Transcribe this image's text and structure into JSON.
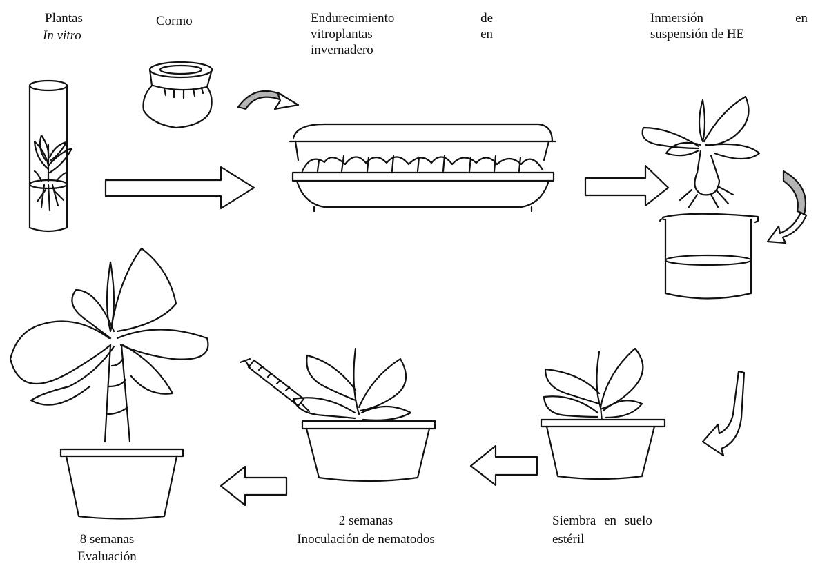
{
  "labels": {
    "plantas": "Plantas",
    "in_vitro": "In vitro",
    "cormo": "Cormo",
    "endurecimiento_l1a": "Endurecimiento",
    "endurecimiento_l1b": "de",
    "endurecimiento_l2a": "vitroplantas",
    "endurecimiento_l2b": "en",
    "endurecimiento_l3": "invernadero",
    "inmersion_l1a": "Inmersión",
    "inmersion_l1b": "en",
    "inmersion_l2": "suspensión de HE",
    "siembra_l1": "Siembra en suelo",
    "siembra_l2": "estéril",
    "dos_semanas": "2 semanas",
    "inoculacion": "Inoculación de nematodos",
    "ocho_semanas": "8 semanas",
    "evaluacion": "Evaluación"
  }
}
